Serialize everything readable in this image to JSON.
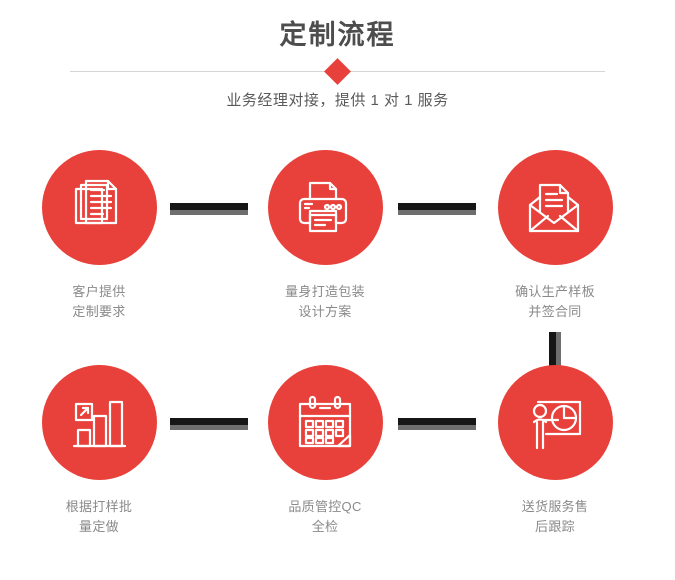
{
  "header": {
    "title": "定制流程",
    "subtitle": "业务经理对接，提供 1 对 1 服务"
  },
  "theme": {
    "accent_red": "#e8403a",
    "title_gray": "#4d4d4d",
    "label_gray": "#8a8a8a",
    "connector_dark": "#161616",
    "connector_shadow": "#6e6e6e",
    "divider_gray": "#d6d6d6",
    "background": "#ffffff"
  },
  "steps": [
    {
      "index": 1,
      "icon": "documents-stack-icon",
      "label": "客户提供\n定制要求"
    },
    {
      "index": 2,
      "icon": "printer-icon",
      "label": "量身打造包装\n设计方案"
    },
    {
      "index": 3,
      "icon": "envelope-document-icon",
      "label": "确认生产样板\n并签合同"
    },
    {
      "index": 4,
      "icon": "bar-chart-growth-icon",
      "label": "根据打样批\n量定做"
    },
    {
      "index": 5,
      "icon": "calendar-icon",
      "label": "品质管控QC\n全检"
    },
    {
      "index": 6,
      "icon": "presenter-pie-chart-icon",
      "label": "送货服务售\n后跟踪"
    }
  ]
}
